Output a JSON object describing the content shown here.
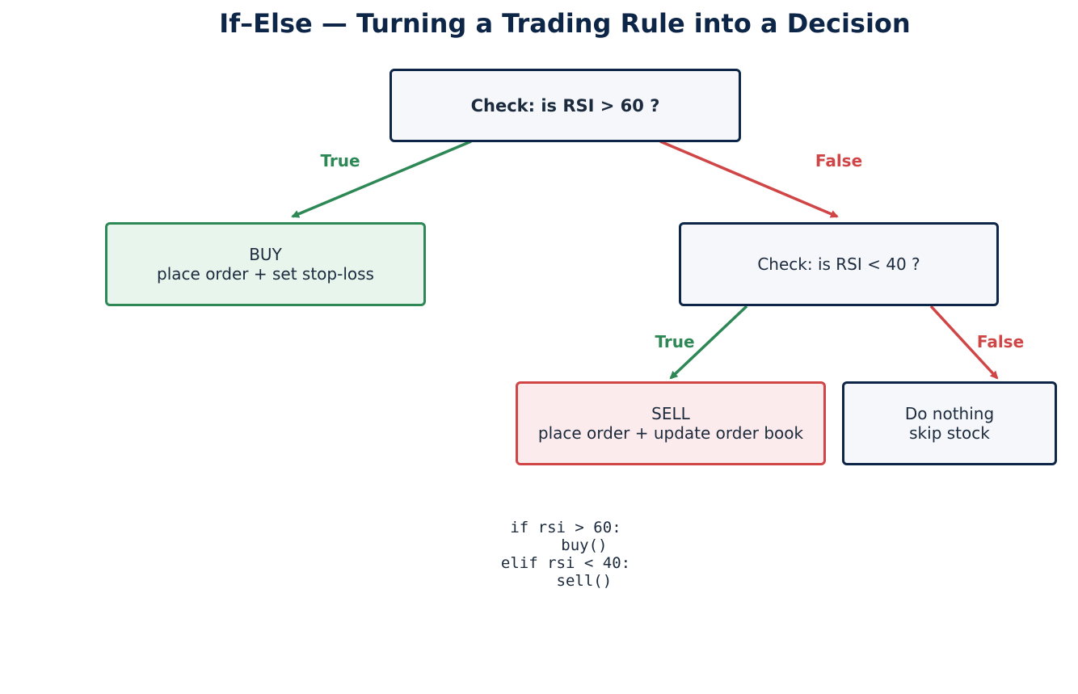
{
  "title": "If–Else — Turning a Trading Rule into a Decision",
  "colors": {
    "navy": "#0d2647",
    "green": "#2e8856",
    "red": "#d04546",
    "neutral_fill": "#f5f7fb",
    "buy_fill": "#e8f5ec",
    "sell_fill": "#fcebec"
  },
  "nodes": {
    "check_rsi_60": {
      "text": "Check: is RSI > 60 ?"
    },
    "buy": {
      "line1": "BUY",
      "line2": "place order + set stop-loss"
    },
    "check_rsi_40": {
      "text": "Check: is RSI < 40 ?"
    },
    "sell": {
      "line1": "SELL",
      "line2": "place order + update order book"
    },
    "do_nothing": {
      "line1": "Do nothing",
      "line2": "skip stock"
    }
  },
  "edges": {
    "top_true": "True",
    "top_false": "False",
    "second_true": "True",
    "second_false": "False"
  },
  "code": {
    "lines": [
      "if rsi > 60:",
      "    buy()",
      "elif rsi < 40:",
      "    sell()"
    ]
  }
}
